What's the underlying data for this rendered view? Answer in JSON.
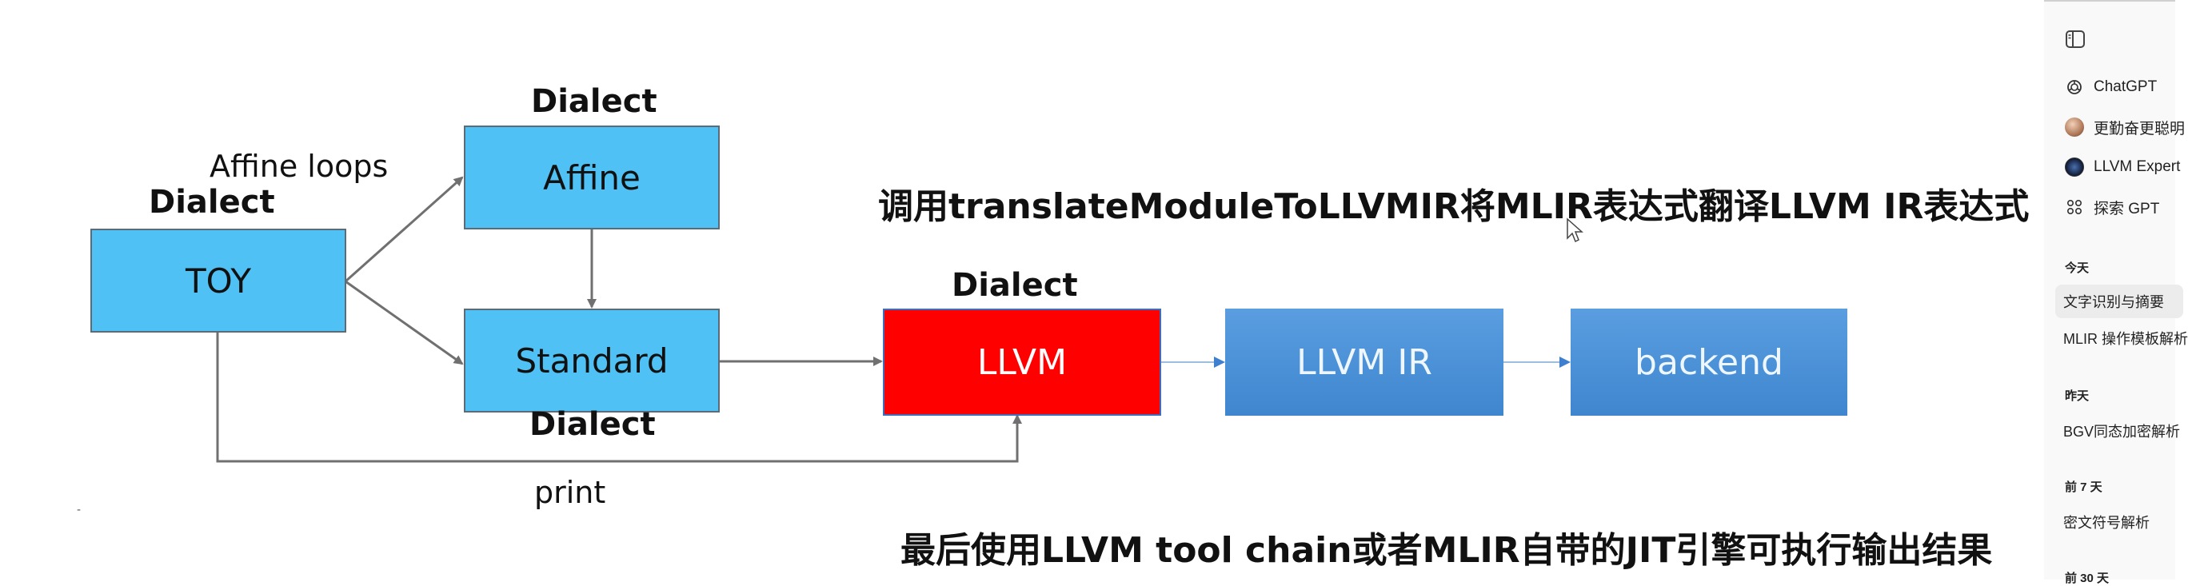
{
  "diagram": {
    "nodes": {
      "toy": "TOY",
      "affine": "Affine",
      "standard": "Standard",
      "llvm": "LLVM",
      "llvm_ir": "LLVM IR",
      "backend": "backend"
    },
    "labels": {
      "toy_dialect": "Dialect",
      "affine_dialect": "Dialect",
      "standard_dialect": "Dialect",
      "llvm_dialect": "Dialect",
      "affine_loops": "Affine loops",
      "print": "print",
      "dash": "-"
    },
    "captions": {
      "top": "调用translateModuleToLLVMIR将MLIR表达式翻译LLVM IR表达式",
      "bottom": "最后使用LLVM tool chain或者MLIR自带的JIT引擎可执行输出结果"
    },
    "colors": {
      "dialect_box": "#4fc1f4",
      "llvm_box": "#ff0000",
      "ir_box": "#4a90d9",
      "arrow": "#707070"
    }
  },
  "sidebar": {
    "toggle_icon": "sidebar-toggle-icon",
    "gpts": [
      {
        "label": "ChatGPT",
        "icon": "openai-icon"
      },
      {
        "label": "更勤奋更聪明",
        "icon": "avatar"
      },
      {
        "label": "LLVM Expert",
        "icon": "avatar"
      },
      {
        "label": "探索 GPT",
        "icon": "grid-icon"
      }
    ],
    "sections": [
      {
        "title": "今天",
        "items": [
          "文字识别与摘要",
          "MLIR 操作模板解析"
        ]
      },
      {
        "title": "昨天",
        "items": [
          "BGV同态加密解析"
        ]
      },
      {
        "title": "前 7 天",
        "items": [
          "密文符号解析"
        ]
      },
      {
        "title": "前 30 天",
        "items": []
      }
    ]
  }
}
